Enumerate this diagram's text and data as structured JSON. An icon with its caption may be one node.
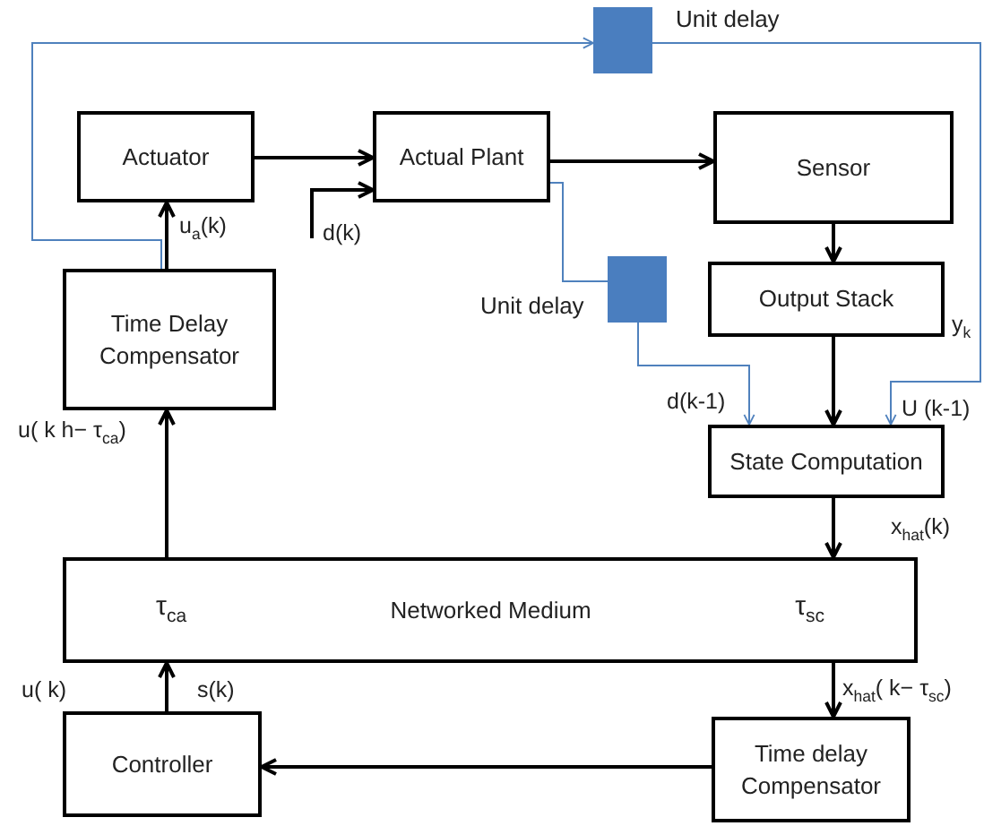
{
  "diagram": {
    "nodes": [
      {
        "text": [],
        "shape": "box",
        "beside": [
          "Unit delay"
        ]
      },
      {
        "text": [
          "Actuator"
        ]
      },
      {
        "text": [
          "Actual Plant"
        ]
      },
      {
        "text": [
          "Sensor"
        ]
      },
      {
        "text": [
          "Time Delay Compensator"
        ]
      },
      {
        "text": [],
        "shape": "box",
        "beside": [
          "Unit delay"
        ]
      },
      {
        "text": [
          "Output Stack"
        ]
      },
      {
        "text": [
          "State Computation"
        ]
      },
      {
        "text": [
          "τ$_{ca}$",
          "Networked Medium",
          "τ$_{sc}$"
        ]
      },
      {
        "text": [
          "Controller"
        ]
      },
      {
        "text": [
          "Time delay Compensator"
        ]
      }
    ],
    "edges": [
      {
        "from": 1,
        "to": 2,
        "arrow": "to"
      },
      {
        "from": null,
        "to": 2,
        "arrow": "to",
        "label": "d(k)"
      },
      {
        "from": 2,
        "to": 3,
        "arrow": "to"
      },
      {
        "from": 3,
        "to": 6,
        "arrow": "to"
      },
      {
        "from": 2,
        "to": 5,
        "arrow": "none",
        "color": "#4f81bd"
      },
      {
        "from": 5,
        "to": 7,
        "arrow": "to",
        "label": "d(k-1)",
        "color": "#4f81bd"
      },
      {
        "from": 6,
        "to": 7,
        "arrow": "to"
      },
      {
        "from": 4,
        "to": 1,
        "arrow": "to",
        "label": "u$_{a}$(k)"
      },
      {
        "from": 4,
        "to": 0,
        "arrow": "to",
        "color": "#4f81bd"
      },
      {
        "from": 0,
        "to": 7,
        "arrow": "to",
        "label": "U (k-1)",
        "color": "#4f81bd"
      },
      {
        "from": 7,
        "to": 8,
        "arrow": "to",
        "label": "x$_{hat}$(k)"
      },
      {
        "from": 8,
        "to": 10,
        "arrow": "to",
        "label": "x$_{hat}$( k− τ$_{sc}$)"
      },
      {
        "from": 10,
        "to": 9,
        "arrow": "to"
      },
      {
        "from": 9,
        "to": 8,
        "arrow": "to",
        "label": "s(k)"
      },
      {
        "from": 8,
        "to": 4,
        "arrow": "to",
        "label": "u( k h− τ$_{ca}$)"
      }
    ],
    "labels": [
      "y$_{k}$",
      "u( k)"
    ]
  }
}
